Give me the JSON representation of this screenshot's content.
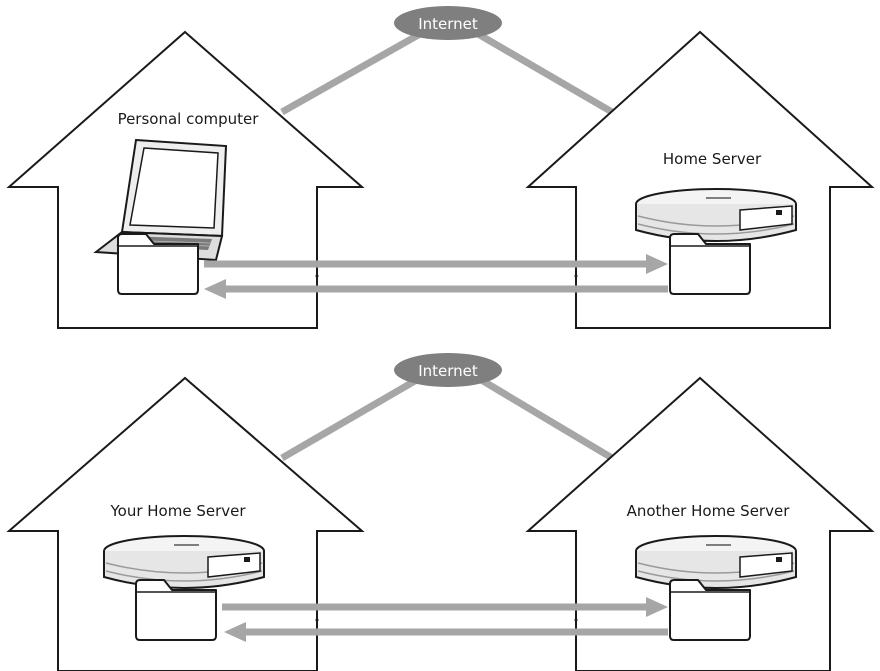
{
  "diagram": {
    "panels": [
      {
        "internet_label": "Internet",
        "left_label": "Personal computer",
        "left_device": "laptop-icon",
        "right_label": "Home Server",
        "right_device": "home-server-icon"
      },
      {
        "internet_label": "Internet",
        "left_label": "Your Home Server",
        "left_device": "home-server-icon",
        "right_label": "Another Home Server",
        "right_device": "home-server-icon"
      }
    ],
    "colors": {
      "house_outline": "#1a1a1a",
      "connection": "#a6a6a6",
      "cloud": "#7f7f7f",
      "cloud_text": "#ffffff"
    }
  }
}
